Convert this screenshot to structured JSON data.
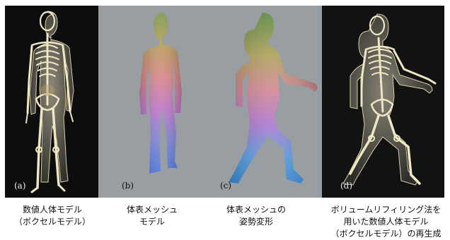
{
  "panels": {
    "a": {
      "label": "(a)"
    },
    "b": {
      "label": "(b)"
    },
    "c": {
      "label": "(c)"
    },
    "d": {
      "label": "(d)"
    }
  },
  "captions": {
    "a": [
      "数値人体モデル",
      "（ボクセルモデル）"
    ],
    "b": [
      "体表メッシュ",
      "モデル"
    ],
    "c": [
      "体表メッシュの",
      "姿勢変形"
    ],
    "d": [
      "ボリュームリフィリング法を",
      "用いた数値人体モデル",
      "（ボクセルモデル）の再生成"
    ]
  },
  "colors": {
    "voxel_background": "#0d0d0d",
    "mesh_background": "#989ea2",
    "skeleton": "#f3eccd"
  }
}
